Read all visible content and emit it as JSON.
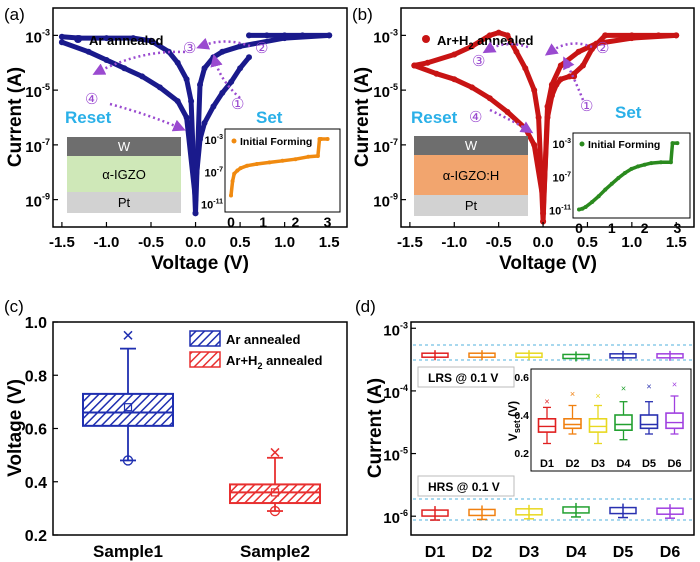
{
  "colors": {
    "navy": "#1a1a8c",
    "dark_red": "#c81414",
    "orange": "#f08a10",
    "green": "#2a8a1e",
    "cyan": "#2ab0e8",
    "purple": "#9a4ad0",
    "gray_layer": "#6e6e6e",
    "light_gray_layer": "#d2d2d2",
    "light_green_layer": "#cfe8b8",
    "peach_layer": "#f2a56e",
    "hatch_blue": "#1f2fb0",
    "hatch_red": "#e83030",
    "dashed_band": "#a8d8ee"
  },
  "chart_data": [
    {
      "panel": "(a)",
      "type": "line",
      "scale_y": "log",
      "xlabel": "Voltage (V)",
      "ylabel": "Current (A)",
      "x_ticks": [
        "-1.5",
        "-1.0",
        "-0.5",
        "0.0",
        "0.5",
        "1.0",
        "1.5"
      ],
      "y_ticks": [
        "10",
        "10",
        "10",
        "10"
      ],
      "y_tick_exps": [
        "-3",
        "-5",
        "-7",
        "-9"
      ],
      "xlim": [
        -1.6,
        1.7
      ],
      "ylim_exp": [
        -10,
        -2
      ],
      "legend": [
        {
          "name": "Ar annealed",
          "color": "#1a1a8c"
        }
      ],
      "annotations": {
        "set": "Set",
        "reset": "Reset",
        "steps": [
          "①",
          "②",
          "③",
          "④"
        ]
      },
      "layers": [
        "W",
        "α-IGZO",
        "Pt"
      ],
      "series": [
        {
          "name": "HRS sweep (+)",
          "x": [
            0.0,
            0.05,
            0.1,
            0.2,
            0.3,
            0.4,
            0.5,
            0.6
          ],
          "y_exp": [
            -8.5,
            -6.8,
            -6.2,
            -5.6,
            -5.1,
            -4.7,
            -4.2,
            -3.8
          ]
        },
        {
          "name": "LRS (+)",
          "x": [
            0.6,
            0.8,
            1.0,
            1.2,
            1.5
          ],
          "y_exp": [
            -3.0,
            -3.0,
            -3.0,
            -3.0,
            -3.0
          ]
        },
        {
          "name": "LRS return",
          "x": [
            1.5,
            1.0,
            0.5,
            0.3,
            0.2,
            0.1,
            0.05,
            0.0
          ],
          "y_exp": [
            -3.0,
            -3.1,
            -3.4,
            -3.6,
            -3.8,
            -4.2,
            -4.8,
            -9.5
          ]
        },
        {
          "name": "negative sweep",
          "x": [
            0.0,
            -0.05,
            -0.1,
            -0.2,
            -0.3,
            -0.5,
            -0.7,
            -1.0,
            -1.3,
            -1.5
          ],
          "y_exp": [
            -9.5,
            -5.4,
            -4.6,
            -4.0,
            -3.6,
            -3.2,
            -3.1,
            -3.1,
            -3.1,
            -3.05
          ]
        },
        {
          "name": "negative return",
          "x": [
            -1.5,
            -1.2,
            -1.0,
            -0.8,
            -0.6,
            -0.4,
            -0.2,
            -0.1,
            0.0
          ],
          "y_exp": [
            -3.25,
            -3.6,
            -3.9,
            -4.2,
            -4.5,
            -4.9,
            -5.4,
            -6.0,
            -9.0
          ]
        }
      ],
      "inset": {
        "title": "Initial Forming",
        "x_ticks": [
          "0",
          "1",
          "2",
          "3"
        ],
        "y_ticks": [
          "10",
          "10",
          "10"
        ],
        "y_tick_exps": [
          "-3",
          "-7",
          "-11"
        ],
        "x": [
          0.0,
          0.05,
          0.1,
          0.2,
          0.3,
          0.5,
          0.8,
          1.2,
          1.6,
          2.0,
          2.4,
          2.7,
          2.75,
          2.8,
          3.0
        ],
        "y_exp": [
          -10.0,
          -8.2,
          -7.3,
          -6.9,
          -6.6,
          -6.3,
          -6.1,
          -5.9,
          -5.7,
          -5.5,
          -5.2,
          -5.1,
          -3.0,
          -3.0,
          -3.0
        ]
      }
    },
    {
      "panel": "(b)",
      "type": "line",
      "scale_y": "log",
      "xlabel": "Voltage (V)",
      "ylabel": "Current (A)",
      "x_ticks": [
        "-1.5",
        "-1.0",
        "-0.5",
        "0.0",
        "0.5",
        "1.0",
        "1.5"
      ],
      "y_ticks": [
        "10",
        "10",
        "10",
        "10"
      ],
      "y_tick_exps": [
        "-3",
        "-5",
        "-7",
        "-9"
      ],
      "xlim": [
        -1.6,
        1.7
      ],
      "ylim_exp": [
        -10,
        -2
      ],
      "legend": [
        {
          "name": "Ar+H",
          "sub": "2",
          "rest": " annealed",
          "color": "#c81414"
        }
      ],
      "annotations": {
        "set": "Set",
        "reset": "Reset",
        "steps": [
          "①",
          "②",
          "③",
          "④"
        ]
      },
      "layers": [
        "W",
        "α-IGZO:H",
        "Pt"
      ],
      "series": [
        {
          "name": "HRS sweep (+)",
          "x": [
            0.0,
            0.05,
            0.1,
            0.15,
            0.2,
            0.3,
            0.35
          ],
          "y_exp": [
            -9.5,
            -6.0,
            -5.2,
            -4.8,
            -4.6,
            -4.5,
            -4.5
          ]
        },
        {
          "name": "Set region",
          "x": [
            0.35,
            0.45,
            0.55,
            0.7
          ],
          "y_exp": [
            -4.4,
            -4.1,
            -3.5,
            -3.0
          ]
        },
        {
          "name": "LRS (+)",
          "x": [
            0.7,
            1.0,
            1.3,
            1.5
          ],
          "y_exp": [
            -3.0,
            -3.0,
            -3.0,
            -3.0
          ]
        },
        {
          "name": "LRS return",
          "x": [
            1.5,
            1.0,
            0.6,
            0.4,
            0.2,
            0.1,
            0.05,
            0.0
          ],
          "y_exp": [
            -3.0,
            -3.1,
            -3.3,
            -3.6,
            -4.1,
            -4.8,
            -5.6,
            -9.8
          ]
        },
        {
          "name": "negative sweep",
          "x": [
            0.0,
            -0.05,
            -0.1,
            -0.2,
            -0.3,
            -0.4,
            -0.5,
            -0.6,
            -0.8,
            -1.0,
            -1.3,
            -1.45
          ],
          "y_exp": [
            -9.8,
            -6.0,
            -5.0,
            -4.2,
            -3.6,
            -3.0,
            -2.9,
            -3.0,
            -3.4,
            -3.7,
            -4.0,
            -4.1
          ]
        },
        {
          "name": "negative return",
          "x": [
            -1.45,
            -1.2,
            -1.0,
            -0.8,
            -0.6,
            -0.4,
            -0.2,
            -0.1,
            0.0
          ],
          "y_exp": [
            -4.1,
            -4.4,
            -4.6,
            -4.9,
            -5.3,
            -5.8,
            -6.4,
            -7.0,
            -9.0
          ]
        }
      ],
      "inset": {
        "title": "Initial Forming",
        "x_ticks": [
          "0",
          "1",
          "2",
          "3"
        ],
        "y_ticks": [
          "10",
          "10",
          "10"
        ],
        "y_tick_exps": [
          "-3",
          "-7",
          "-11"
        ],
        "x": [
          0.0,
          0.1,
          0.2,
          0.4,
          0.6,
          0.8,
          1.0,
          1.2,
          1.4,
          1.6,
          1.8,
          2.0,
          2.2,
          2.5,
          2.8,
          2.85,
          3.0
        ],
        "y_exp": [
          -11.0,
          -10.9,
          -10.7,
          -10.1,
          -9.4,
          -8.6,
          -7.9,
          -7.2,
          -6.6,
          -6.1,
          -5.8,
          -5.6,
          -5.4,
          -5.3,
          -5.3,
          -3.0,
          -3.0
        ]
      }
    },
    {
      "panel": "(c)",
      "type": "box",
      "xlabel": "",
      "ylabel": "Voltage (V)",
      "categories": [
        "Sample1",
        "Sample2"
      ],
      "y_ticks": [
        "1.0",
        "0.8",
        "0.6",
        "0.4",
        "0.2"
      ],
      "ylim": [
        0.2,
        1.0
      ],
      "legend": [
        {
          "name": "Ar annealed",
          "color": "#1f2fb0"
        },
        {
          "name": "Ar+H",
          "sub": "2",
          "rest": " annealed",
          "color": "#e83030"
        }
      ],
      "boxes": [
        {
          "category": "Sample1",
          "min": 0.48,
          "q1": 0.61,
          "median": 0.66,
          "mean": 0.68,
          "q3": 0.73,
          "max": 0.9,
          "outlier_max": 0.95,
          "outlier_min": 0.48
        },
        {
          "category": "Sample2",
          "min": 0.29,
          "q1": 0.32,
          "median": 0.36,
          "mean": 0.36,
          "q3": 0.39,
          "max": 0.49,
          "outlier_max": 0.51,
          "outlier_min": 0.29
        }
      ]
    },
    {
      "panel": "(d)",
      "type": "box",
      "scale_y": "log",
      "ylabel": "Current (A)",
      "categories": [
        "D1",
        "D2",
        "D3",
        "D4",
        "D5",
        "D6"
      ],
      "y_ticks": [
        "10",
        "10",
        "10",
        "10"
      ],
      "y_tick_exps": [
        "-3",
        "-4",
        "-5",
        "-6"
      ],
      "ylim_exp": [
        -6.3,
        -2.9
      ],
      "labels": {
        "lrs": "LRS @ 0.1 V",
        "hrs": "HRS @ 0.1 V"
      },
      "lrs_median_exp": [
        -3.43,
        -3.43,
        -3.43,
        -3.45,
        -3.44,
        -3.44
      ],
      "hrs_median_exp": [
        -5.95,
        -5.94,
        -5.93,
        -5.9,
        -5.91,
        -5.92
      ],
      "device_colors": [
        "#e02020",
        "#f08010",
        "#e8d820",
        "#22a030",
        "#2830b0",
        "#a040e0"
      ],
      "inset": {
        "ylabel": "V",
        "ylabel_sub": "set",
        "ylabel_unit": " (V)",
        "y_ticks": [
          "0.6",
          "0.4",
          "0.2"
        ],
        "ylim": [
          0.2,
          0.6
        ],
        "categories": [
          "D1",
          "D2",
          "D3",
          "D4",
          "D5",
          "D6"
        ],
        "boxes": [
          {
            "min": 0.25,
            "q1": 0.31,
            "median": 0.34,
            "q3": 0.38,
            "max": 0.44,
            "outlier": 0.47
          },
          {
            "min": 0.3,
            "q1": 0.33,
            "median": 0.35,
            "q3": 0.38,
            "max": 0.45,
            "outlier": 0.51
          },
          {
            "min": 0.25,
            "q1": 0.31,
            "median": 0.34,
            "q3": 0.38,
            "max": 0.45,
            "outlier": 0.5
          },
          {
            "min": 0.27,
            "q1": 0.32,
            "median": 0.35,
            "q3": 0.4,
            "max": 0.47,
            "outlier": 0.54
          },
          {
            "min": 0.3,
            "q1": 0.33,
            "median": 0.35,
            "q3": 0.4,
            "max": 0.47,
            "outlier": 0.55
          },
          {
            "min": 0.3,
            "q1": 0.33,
            "median": 0.36,
            "q3": 0.41,
            "max": 0.5,
            "outlier": 0.56
          }
        ]
      }
    }
  ]
}
